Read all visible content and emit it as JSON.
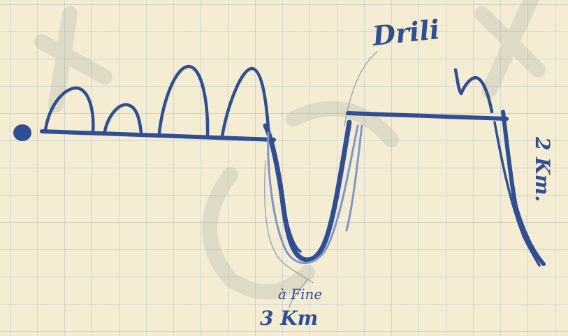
{
  "labels": {
    "top": "Drili",
    "right": "2 Km.",
    "bottom_line1": "à Fine",
    "bottom_line2": "3 Km"
  },
  "colors": {
    "paper": "#f4edd4",
    "grid": "#7896b9",
    "ink": "#2f4f92",
    "ink_pale": "#7f97c4",
    "pencil": "#9aa3ac",
    "watermark": "#969696"
  }
}
